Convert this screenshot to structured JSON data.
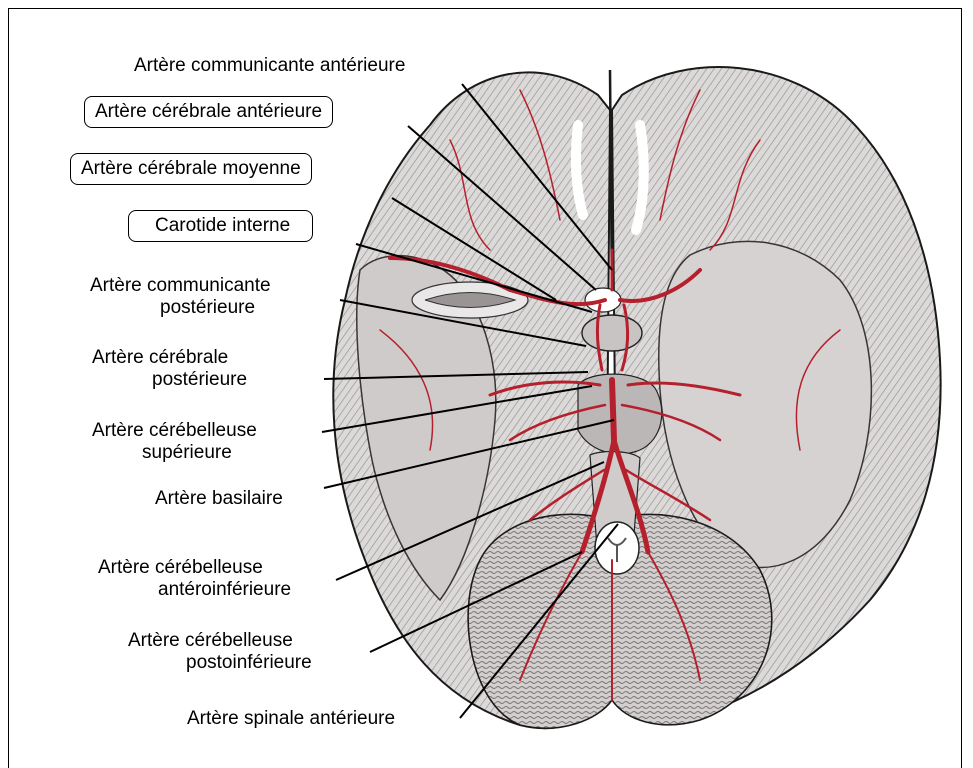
{
  "figure": {
    "labels": {
      "communicante_anterieure": "Artère communicante antérieure",
      "cerebrale_anterieure": "Artère cérébrale antérieure",
      "cerebrale_moyenne": "Artère cérébrale moyenne",
      "carotide_interne": "Carotide interne",
      "communicante_posterieure": [
        "Artère communicante",
        "postérieure"
      ],
      "cerebrale_posterieure": [
        "Artère cérébrale",
        "postérieure"
      ],
      "cerebelleuse_superieure": [
        "Artère cérébelleuse",
        "supérieure"
      ],
      "basilaire": "Artère basilaire",
      "cerebelleuse_anteroinferieure": [
        "Artère cérébelleuse",
        "antéroinférieure"
      ],
      "cerebelleuse_postoinferieure": [
        "Artère cérébelleuse",
        "postoinférieure"
      ],
      "spinale_anterieure": "Artère spinale antérieure"
    },
    "colors": {
      "artery": "#b5202c",
      "brain_fill": "#d9d6d6",
      "brain_shade": "#8a8585",
      "outline": "#1a1a1a"
    }
  }
}
